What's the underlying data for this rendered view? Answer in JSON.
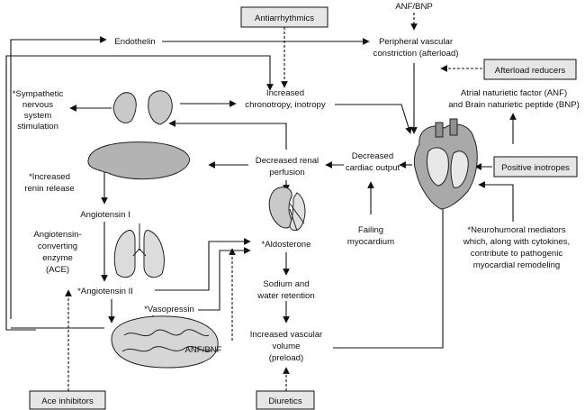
{
  "boxes": {
    "antiarrhythmics": "Antiarrhythmics",
    "afterload_reducers": "Afterload reducers",
    "positive_inotropes": "Positive inotropes",
    "ace_inhibitors": "Ace inhibitors",
    "diuretics": "Diuretics"
  },
  "nodes": {
    "anf_bnp_top": "ANF/BNP",
    "endothelin": "Endothelin",
    "peripheral_1": "Peripheral vascular",
    "peripheral_2": "constriction (afterload)",
    "sympathetic_1": "*Sympathetic",
    "sympathetic_2": "nervous",
    "sympathetic_3": "system",
    "sympathetic_4": "stimulation",
    "chronotropy_1": "Increased",
    "chronotropy_2": "chronotropy, inotropy",
    "anf_line_1": "Atrial naturietic factor (ANF)",
    "anf_line_2": "and Brain naturietic peptide (BNP)",
    "renin_1": "*Increased",
    "renin_2": "renin release",
    "renal_1": "Decreased renal",
    "renal_2": "perfusion",
    "cardiac_1": "Decreased",
    "cardiac_2": "cardiac output",
    "angiotensin_i": "Angiotensin I",
    "ace_1": "Angiotensin-",
    "ace_2": "converting",
    "ace_3": "enzyme",
    "ace_4": "(ACE)",
    "aldosterone": "*Aldosterone",
    "failing_1": "Failing",
    "failing_2": "myocardium",
    "neuro_1": "*Neurohumoral mediators",
    "neuro_2": "which, along with cytokines,",
    "neuro_3": "contribute to pathogenic",
    "neuro_4": "myocardial remodeling",
    "angiotensin_ii": "*Angiotensin II",
    "sodium_1": "Sodium and",
    "sodium_2": "water retention",
    "vasopressin": "*Vasopressin",
    "anf_bnf": "ANF/BNF",
    "volume_1": "Increased vascular",
    "volume_2": "volume",
    "volume_3": "(preload)"
  },
  "icons": [
    "adrenal-glands-icon",
    "liver-icon",
    "kidney-icon",
    "lungs-icon",
    "brain-icon",
    "heart-icon"
  ]
}
